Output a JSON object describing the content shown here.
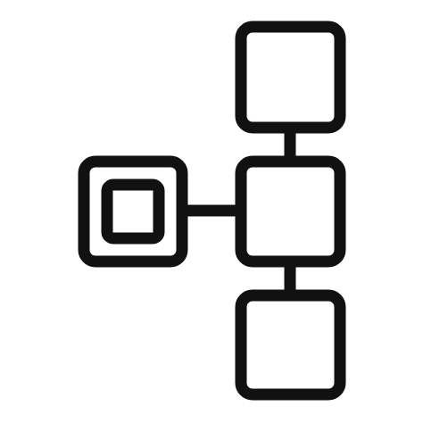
{
  "icon": {
    "name": "hierarchy-structure-icon",
    "stroke_color": "#111111",
    "background_color": "#ffffff",
    "nodes": [
      {
        "id": "top-box",
        "role": "node"
      },
      {
        "id": "middle-box",
        "role": "hub"
      },
      {
        "id": "bottom-box",
        "role": "node"
      },
      {
        "id": "left-box",
        "role": "node-with-inner"
      }
    ],
    "connections": [
      {
        "from": "top-box",
        "to": "middle-box"
      },
      {
        "from": "middle-box",
        "to": "bottom-box"
      },
      {
        "from": "left-box",
        "to": "middle-box"
      }
    ]
  }
}
